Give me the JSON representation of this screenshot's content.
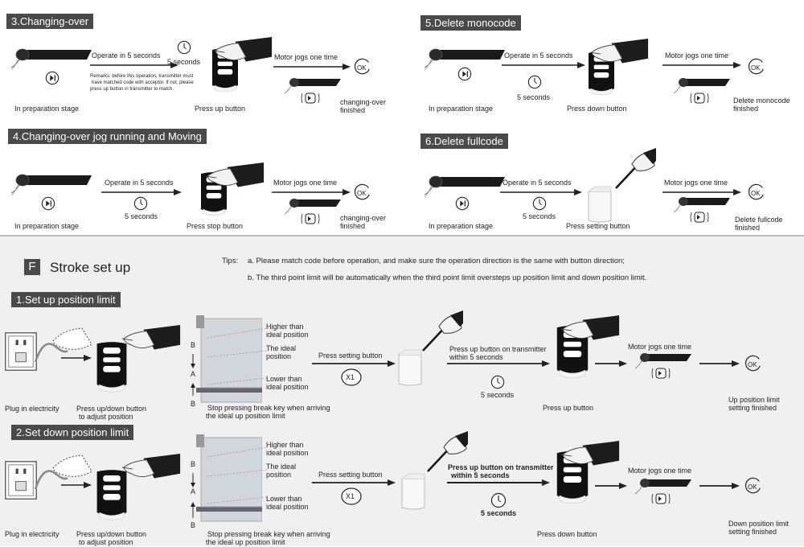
{
  "s3": {
    "title": "3.Changing-over",
    "operate": "Operate in 5 seconds",
    "seconds": "5 seconds",
    "remarks": [
      "Remarks: before this operation, transmitter must",
      "have matched code with acceptor. If not, please",
      "press up button in transmitter to match."
    ],
    "motor": "Motor jogs one time",
    "ok": "OK",
    "cap_prep": "In preparation stage",
    "cap_press": "Press up button",
    "cap_done": [
      "changing-over",
      "finished"
    ]
  },
  "s4": {
    "title": "4.Changing-over jog running and Moving",
    "operate": "Operate in 5 seconds",
    "seconds": "5 seconds",
    "motor": "Motor jogs one time",
    "ok": "OK",
    "cap_prep": "In preparation stage",
    "cap_press": "Press stop button",
    "cap_done": [
      "changing-over",
      "finished"
    ]
  },
  "s5": {
    "title": "5.Delete monocode",
    "operate": "Operate in 5 seconds",
    "seconds": "5 seconds",
    "motor": "Motor jogs one time",
    "ok": "OK",
    "cap_prep": "In preparation stage",
    "cap_press": "Press down button",
    "cap_done": [
      "Delete monocode",
      "finished"
    ]
  },
  "s6": {
    "title": "6.Delete fullcode",
    "operate": "Operate in 5 seconds",
    "seconds": "5 seconds",
    "motor": "Motor jogs one time",
    "ok": "OK",
    "cap_prep": "In preparation stage",
    "cap_press": "Press setting button",
    "cap_done": [
      "Delete fullcode",
      "finished"
    ]
  },
  "f": {
    "letter": "F",
    "title": "Stroke set up",
    "tips_label": "Tips:",
    "tip_a": "a. Please match code before operation, and make sure the operation direction is the same with button direction;",
    "tip_b": "b. The third point limit will be automatically  when the third point limit oversteps up position limit and down position limit."
  },
  "f1": {
    "title": "1.Set up position limit",
    "plug": "Plug in electricity",
    "press_ud": [
      "Press up/down button",
      "to adjust position"
    ],
    "higher": [
      "Higher than",
      "ideal position"
    ],
    "ideal": [
      "The ideal",
      "position"
    ],
    "lower": [
      "Lower than",
      "ideal position"
    ],
    "letter_b": "B",
    "letter_a": "A",
    "stop": [
      "Stop pressing break key when arriving",
      "the ideal up position limit"
    ],
    "press_setting": "Press setting button",
    "x1": "X1",
    "press_tx": [
      "Press up button on transmitter",
      "within 5 seconds"
    ],
    "seconds": "5 seconds",
    "press_btn": "Press up button",
    "motor": "Motor jogs one time",
    "ok": "OK",
    "done": [
      "Up position limit",
      "setting finished"
    ]
  },
  "f2": {
    "title": "2.Set down position limit",
    "plug": "Plug in electricity",
    "press_ud": [
      "Press up/down button",
      "to adjust position"
    ],
    "higher": [
      "Higher than",
      "ideal position"
    ],
    "ideal": [
      "The ideal",
      "position"
    ],
    "lower": [
      "Lower than",
      "ideal position"
    ],
    "letter_b": "B",
    "letter_a": "A",
    "stop": [
      "Stop pressing break key when arriving",
      "the ideal up position limit"
    ],
    "press_setting": "Press setting button",
    "x1": "X1",
    "press_tx": [
      "Press up button on transmitter",
      "within 5 seconds"
    ],
    "seconds": "5 seconds",
    "press_btn": "Press down button",
    "motor": "Motor jogs one time",
    "ok": "OK",
    "done": [
      "Down position limit",
      "setting finished"
    ]
  }
}
